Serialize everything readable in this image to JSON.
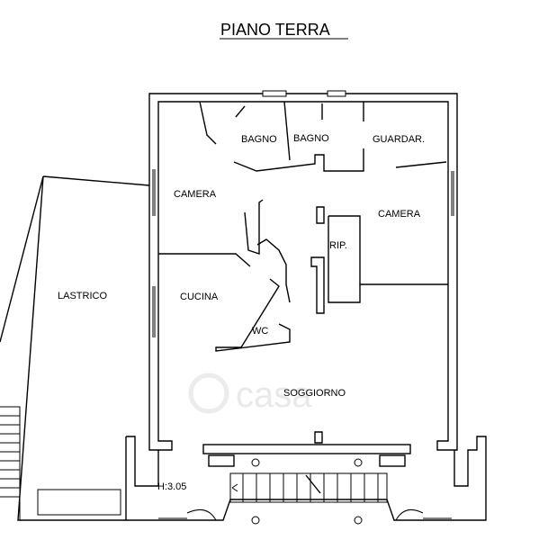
{
  "title": "PIANO TERRA",
  "rooms": {
    "bagno_1": "BAGNO",
    "bagno_2": "BAGNO",
    "guardaroba": "GUARDAR.",
    "camera_left": "CAMERA",
    "camera_right": "CAMERA",
    "ripostiglio": "RIP.",
    "cucina": "CUCINA",
    "wc": "WC",
    "soggiorno": "SOGGIORNO",
    "lastrico": "LASTRICO"
  },
  "height_label": "H:3.05",
  "watermark": "casa"
}
